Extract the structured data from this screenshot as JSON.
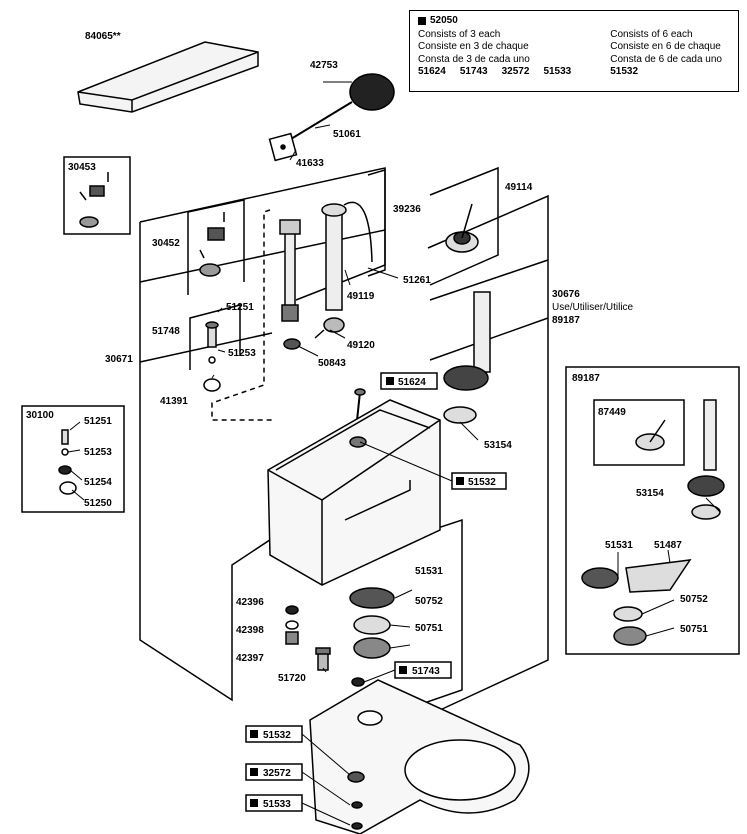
{
  "legend": {
    "header": "52050",
    "left_lines": [
      "Consists of 3 each",
      "Consiste en 3 de chaque",
      "Consta de 3 de cada uno"
    ],
    "left_parts": [
      "51624",
      "51743",
      "32572",
      "51533"
    ],
    "right_lines": [
      "Consists of 6 each",
      "Consiste en 6 de chaque",
      "Consta de 6 de cada uno"
    ],
    "right_parts": [
      "51532"
    ]
  },
  "labels": {
    "l84065": "84065**",
    "l42753": "42753",
    "l51061": "51061",
    "l41633": "41633",
    "l30453": "30453",
    "l30452": "30452",
    "l39236": "39236",
    "l51261": "51261",
    "l49114": "49114",
    "l49119": "49119",
    "l51251a": "51251",
    "l51748": "51748",
    "l51253a": "51253",
    "l30671": "30671",
    "l49120": "49120",
    "l50843": "50843",
    "l41391": "41391",
    "l30676": "30676",
    "l30676_use": "Use/Utiliser/Utilice",
    "l89187a": "89187",
    "l51624": "51624",
    "l53154a": "53154",
    "l51532a": "51532",
    "l30100": "30100",
    "l51251b": "51251",
    "l51253b": "51253",
    "l51254": "51254",
    "l51250": "51250",
    "l89187b": "89187",
    "l87449": "87449",
    "l53154b": "53154",
    "l51531b": "51531",
    "l51487": "51487",
    "l50752b": "50752",
    "l50751b": "50751",
    "l51531a": "51531",
    "l50752a": "50752",
    "l50751a": "50751",
    "l42396": "42396",
    "l42398": "42398",
    "l42397": "42397",
    "l51720": "51720",
    "l51743": "51743",
    "l51532b": "51532",
    "l32572": "32572",
    "l51533": "51533"
  },
  "icons": {
    "marker": "black-square-icon"
  },
  "colors": {
    "line": "#000000",
    "fill_light": "#e8e8e8",
    "fill_dark": "#333333"
  }
}
